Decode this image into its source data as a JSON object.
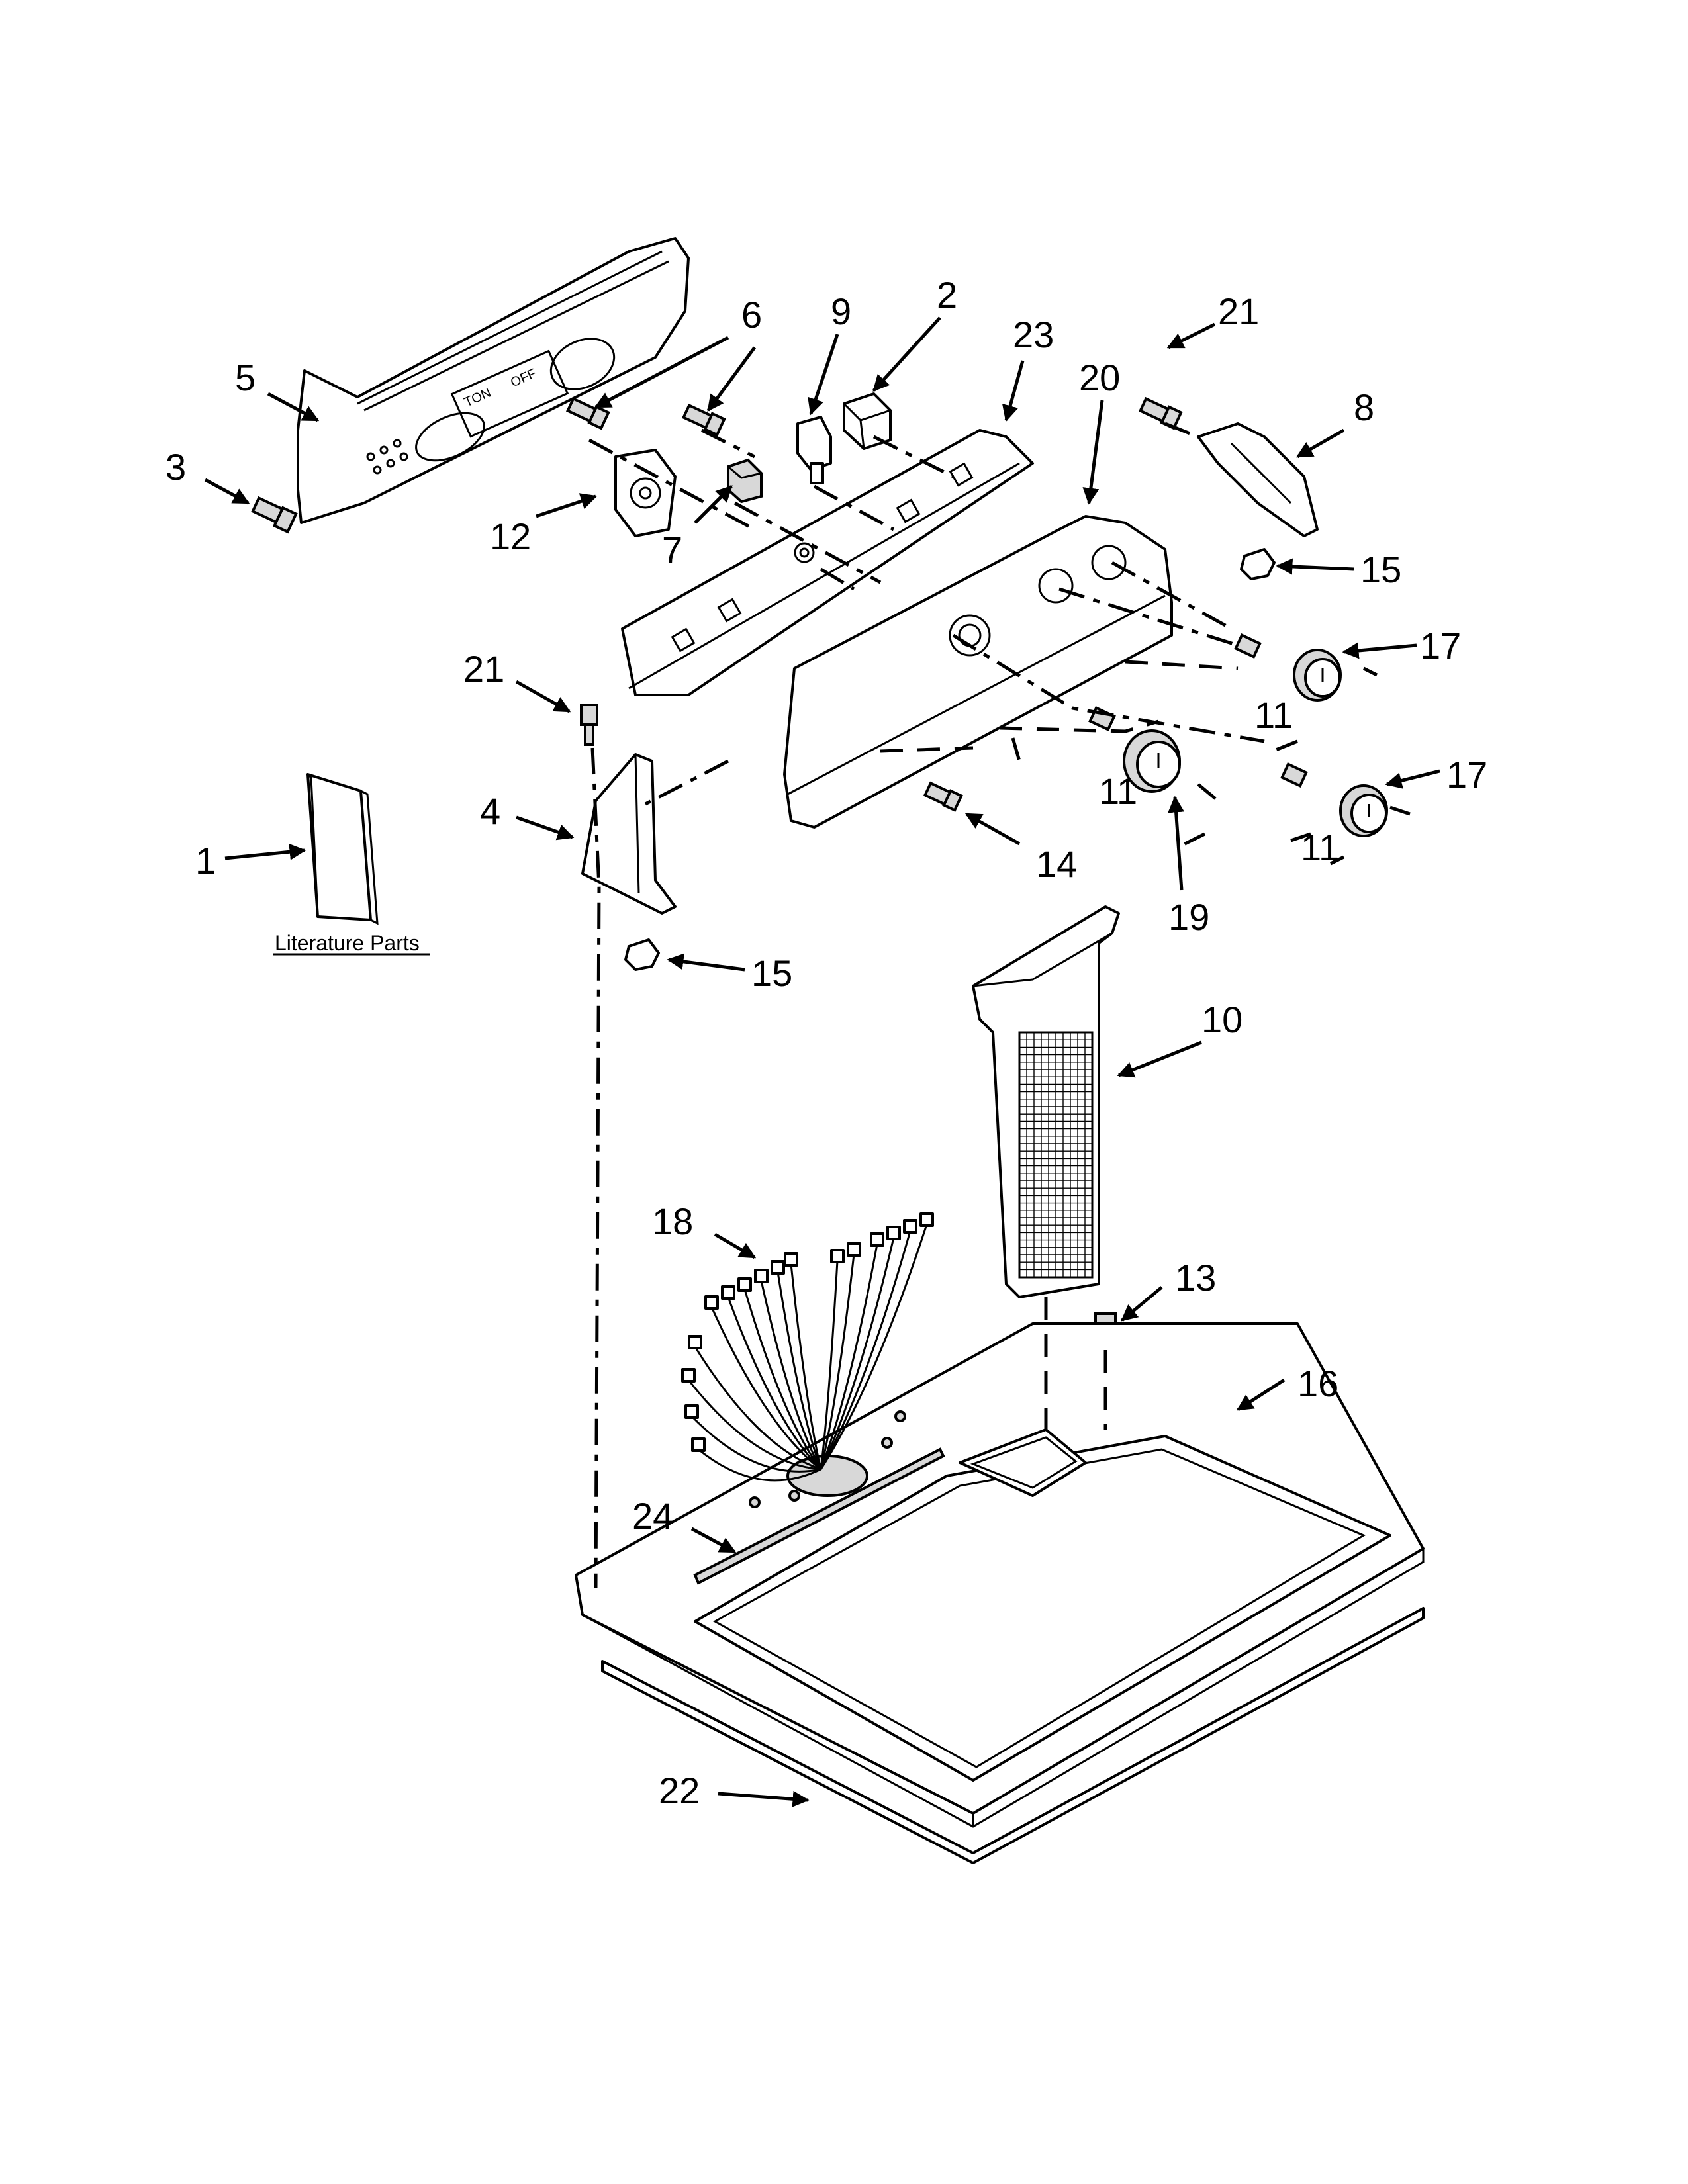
{
  "callouts": [
    {
      "id": "c1",
      "label": "1"
    },
    {
      "id": "c2",
      "label": "2"
    },
    {
      "id": "c3",
      "label": "3"
    },
    {
      "id": "c4",
      "label": "4"
    },
    {
      "id": "c5",
      "label": "5"
    },
    {
      "id": "c6",
      "label": "6"
    },
    {
      "id": "c7",
      "label": "7"
    },
    {
      "id": "c8",
      "label": "8"
    },
    {
      "id": "c9",
      "label": "9"
    },
    {
      "id": "c10",
      "label": "10"
    },
    {
      "id": "c11a",
      "label": "11"
    },
    {
      "id": "c11b",
      "label": "11"
    },
    {
      "id": "c11c",
      "label": "11"
    },
    {
      "id": "c12",
      "label": "12"
    },
    {
      "id": "c13",
      "label": "13"
    },
    {
      "id": "c14",
      "label": "14"
    },
    {
      "id": "c15a",
      "label": "15"
    },
    {
      "id": "c15b",
      "label": "15"
    },
    {
      "id": "c16",
      "label": "16"
    },
    {
      "id": "c17a",
      "label": "17"
    },
    {
      "id": "c17b",
      "label": "17"
    },
    {
      "id": "c18",
      "label": "18"
    },
    {
      "id": "c19",
      "label": "19"
    },
    {
      "id": "c20",
      "label": "20"
    },
    {
      "id": "c21a",
      "label": "21"
    },
    {
      "id": "c21b",
      "label": "21"
    },
    {
      "id": "c22",
      "label": "22"
    },
    {
      "id": "c23",
      "label": "23"
    },
    {
      "id": "c24",
      "label": "24"
    }
  ],
  "literature_label": "Literature Parts",
  "console_marks": {
    "left": "TON",
    "right": "OFF"
  }
}
